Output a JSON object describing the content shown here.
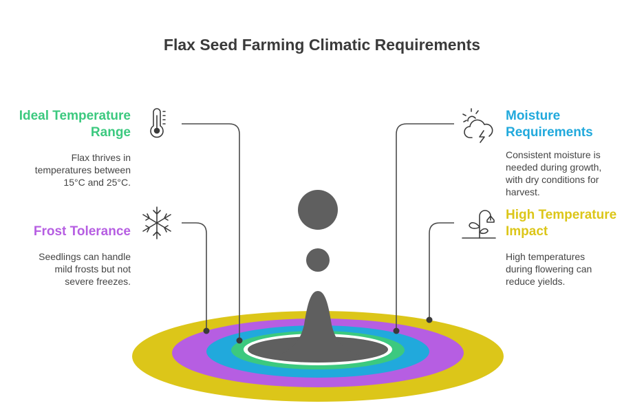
{
  "title": "Flax Seed Farming Climatic Requirements",
  "colors": {
    "green": "#3cc97f",
    "blue": "#21a9dc",
    "purple": "#b65ee2",
    "yellow": "#dcc619",
    "gray": "#5f5f5f",
    "line": "#4a4a4a"
  },
  "items": [
    {
      "heading_line1": "Ideal Temperature",
      "heading_line2": "Range",
      "desc_line1": "Flax thrives in",
      "desc_line2": "temperatures between",
      "desc_line3": "15°C and 25°C.",
      "icon": "thermometer-icon",
      "color": "#3cc97f"
    },
    {
      "heading_line1": "Frost Tolerance",
      "desc_line1": "Seedlings can handle",
      "desc_line2": "mild frosts but not",
      "desc_line3": "severe freezes.",
      "icon": "snowflake-icon",
      "color": "#b65ee2"
    },
    {
      "heading_line1": "Moisture",
      "heading_line2": "Requirements",
      "desc_line1": "Consistent moisture is",
      "desc_line2": "needed during growth,",
      "desc_line3": "with dry conditions for",
      "desc_line4": "harvest.",
      "icon": "storm-cloud-sun-icon",
      "color": "#21a9dc"
    },
    {
      "heading_line1": "High Temperature",
      "heading_line2": "Impact",
      "desc_line1": "High temperatures",
      "desc_line2": "during flowering can",
      "desc_line3": "reduce yields.",
      "icon": "wilting-plant-icon",
      "color": "#dcc619"
    }
  ]
}
